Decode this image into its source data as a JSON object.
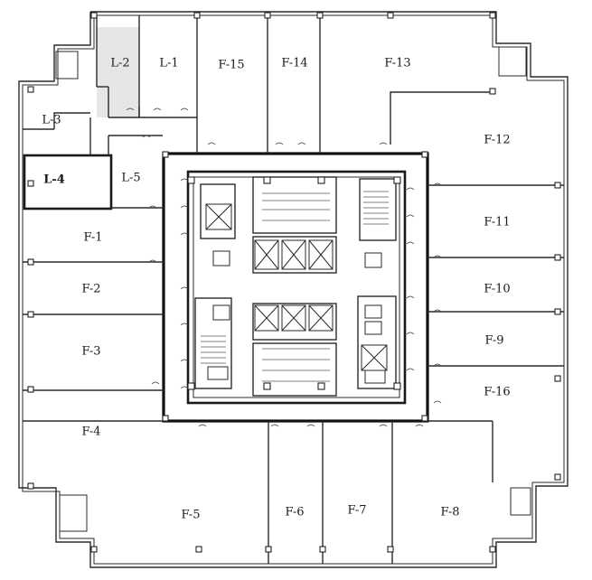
{
  "rooms": [
    {
      "id": "L-2",
      "label": "L-2",
      "shaded": true
    },
    {
      "id": "L-1",
      "label": "L-1"
    },
    {
      "id": "F-15",
      "label": "F-15"
    },
    {
      "id": "F-14",
      "label": "F-14"
    },
    {
      "id": "F-13",
      "label": "F-13"
    },
    {
      "id": "L-3",
      "label": "L-3"
    },
    {
      "id": "F-12",
      "label": "F-12"
    },
    {
      "id": "L-4",
      "label": "L-4",
      "bold": true
    },
    {
      "id": "L-5",
      "label": "L-5"
    },
    {
      "id": "F-11",
      "label": "F-11"
    },
    {
      "id": "F-1",
      "label": "F-1"
    },
    {
      "id": "F-10",
      "label": "F-10"
    },
    {
      "id": "F-2",
      "label": "F-2"
    },
    {
      "id": "F-9",
      "label": "F-9"
    },
    {
      "id": "F-3",
      "label": "F-3"
    },
    {
      "id": "F-16",
      "label": "F-16"
    },
    {
      "id": "F-4",
      "label": "F-4"
    },
    {
      "id": "F-5",
      "label": "F-5"
    },
    {
      "id": "F-6",
      "label": "F-6"
    },
    {
      "id": "F-7",
      "label": "F-7"
    },
    {
      "id": "F-8",
      "label": "F-8"
    }
  ],
  "colors": {
    "line": "#2a2a2a",
    "shade": "#e6e6e6",
    "background": "#ffffff"
  }
}
